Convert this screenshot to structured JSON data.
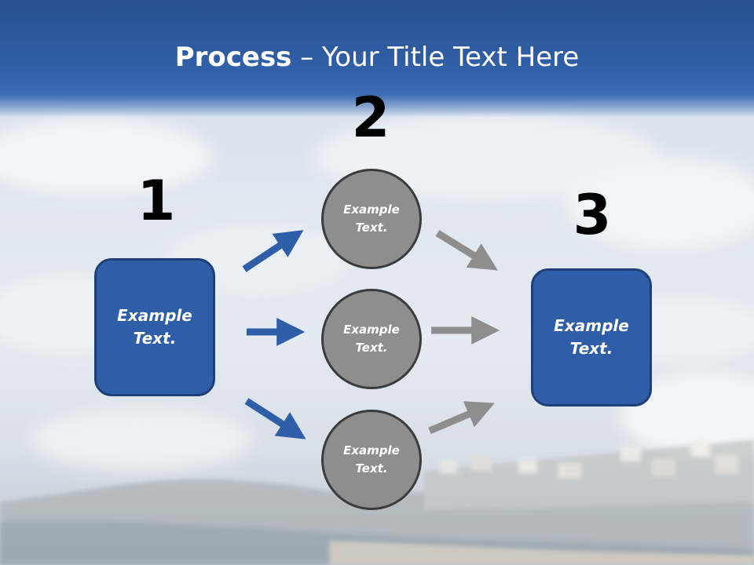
{
  "title": {
    "bold": "Process",
    "rest": " – Your Title Text Here"
  },
  "steps": [
    {
      "number": "1",
      "label": "Example Text."
    },
    {
      "number": "2",
      "items": [
        {
          "label": "Example Text."
        },
        {
          "label": "Example Text."
        },
        {
          "label": "Example Text."
        }
      ]
    },
    {
      "number": "3",
      "label": "Example Text."
    }
  ],
  "colors": {
    "header": "#2f5da3",
    "box_fill": "#2f5ea8",
    "circle_fill": "#8e8e8e",
    "arrow_in": "#2f5ea8",
    "arrow_out": "#8e8e8e"
  }
}
